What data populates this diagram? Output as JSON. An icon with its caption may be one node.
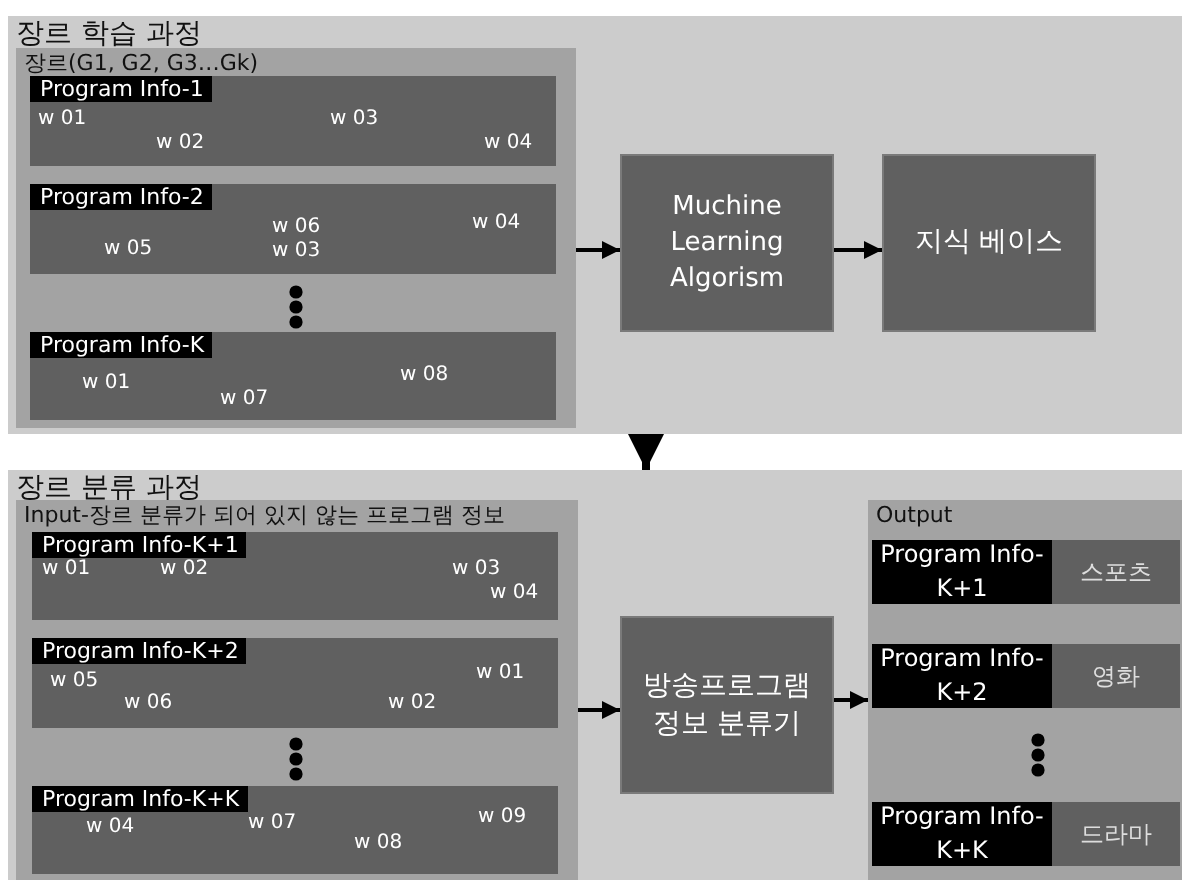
{
  "diagram": {
    "nodes": [
      {
        "text": [
          "장르 학습 과정"
        ]
      },
      {
        "text": [
          "장르(G1, G2, G3…Gk)"
        ],
        "in": 0
      },
      {
        "text": [
          "Program Info-1",
          "w 01",
          "w 02",
          "w 03",
          "w 04"
        ],
        "in": 1
      },
      {
        "text": [
          "Program Info-2",
          "w 05",
          "w 06",
          "w 03",
          "w 04"
        ],
        "in": 1
      },
      {
        "text": [
          "Program Info-K",
          "w 01",
          "w 07",
          "w 08"
        ],
        "in": 1
      },
      {
        "text": [
          "Muchine Learning Algorism"
        ],
        "in": 0
      },
      {
        "text": [
          "지식 베이스"
        ],
        "in": 0
      },
      {
        "text": [
          "장르 분류 과정"
        ]
      },
      {
        "text": [
          "Input-장르 분류가 되어 있지 않는 프로그램 정보"
        ],
        "in": 7
      },
      {
        "text": [
          "Program Info-K+1",
          "w 01",
          "w 02",
          "w 03",
          "w 04"
        ],
        "in": 8
      },
      {
        "text": [
          "Program Info-K+2",
          "w 05",
          "w 06",
          "w 02",
          "w 01"
        ],
        "in": 8
      },
      {
        "text": [
          "Program Info-K+K",
          "w 04",
          "w 07",
          "w 08",
          "w 09"
        ],
        "in": 8
      },
      {
        "text": [
          "방송프로그램 정보 분류기"
        ],
        "in": 7
      },
      {
        "text": [
          "Output"
        ],
        "in": 7
      },
      {
        "text": [
          "Program Info- K+1"
        ],
        "in": 13
      },
      {
        "text": [
          "스포츠"
        ],
        "in": 13
      },
      {
        "text": [
          "Program Info- K+2"
        ],
        "in": 13
      },
      {
        "text": [
          "영화"
        ],
        "in": 13
      },
      {
        "text": [
          "Program Info- K+K"
        ],
        "in": 13
      },
      {
        "text": [
          "드라마"
        ],
        "in": 13
      }
    ],
    "edges": [
      {
        "from": 1,
        "to": 5,
        "arrow": "to"
      },
      {
        "from": 5,
        "to": 6,
        "arrow": "to"
      },
      {
        "from": 0,
        "to": 7,
        "arrow": "to",
        "style": "thick"
      },
      {
        "from": 8,
        "to": 12,
        "arrow": "to"
      },
      {
        "from": 12,
        "to": 13,
        "arrow": "to"
      }
    ]
  }
}
